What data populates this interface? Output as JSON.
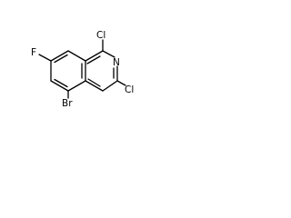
{
  "molecule": {
    "atoms": {
      "nitrogen": "N",
      "chlorine_top": "Cl",
      "chlorine_right": "Cl",
      "fluorine": "F",
      "bromine": "Br"
    },
    "colors": {
      "bond": "#000000",
      "label": "#000000",
      "background": "#ffffff"
    }
  }
}
